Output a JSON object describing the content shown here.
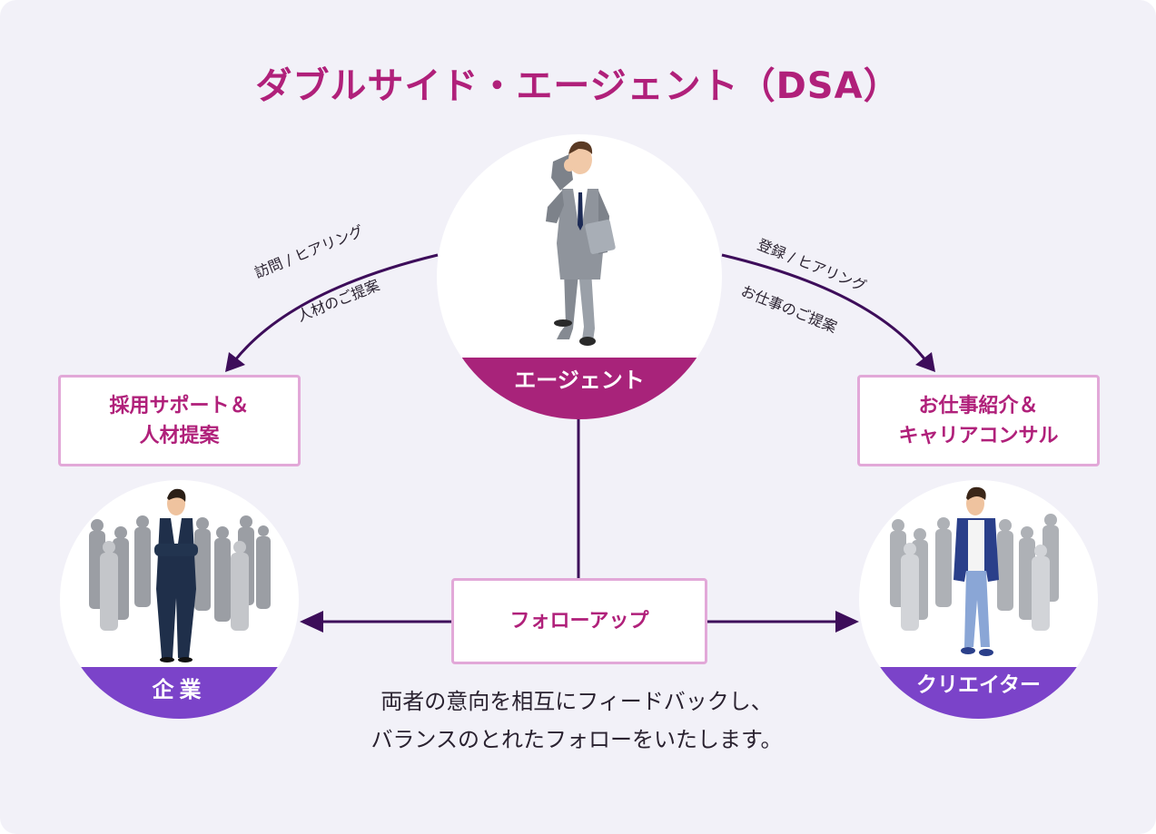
{
  "title": "ダブルサイド・エージェント（DSA）",
  "agent": {
    "label": "エージェント",
    "band_color": "#a8237a"
  },
  "company": {
    "label": "企業",
    "band_color": "#7b43c9"
  },
  "creator": {
    "label": "クリエイター",
    "band_color": "#7b43c9"
  },
  "left_box": {
    "line1": "採用サポート＆",
    "line2": "人材提案"
  },
  "right_box": {
    "line1": "お仕事紹介＆",
    "line2": "キャリアコンサル"
  },
  "left_arrow": {
    "line1": "訪問 / ヒアリング",
    "line2": "人材のご提案"
  },
  "right_arrow": {
    "line1": "登録 / ヒアリング",
    "line2": "お仕事のご提案"
  },
  "follow_box": {
    "label": "フォローアップ"
  },
  "description": {
    "line1": "両者の意向を相互にフィードバックし、",
    "line2": "バランスのとれたフォローをいたします。"
  },
  "colors": {
    "title": "#b0207a",
    "arrow": "#3d0d5a",
    "box_border": "#e2a8d8",
    "background": "#f2f1f8"
  },
  "icons": [
    "businessman-phone-figure",
    "business-team-figures",
    "creator-group-figures"
  ]
}
